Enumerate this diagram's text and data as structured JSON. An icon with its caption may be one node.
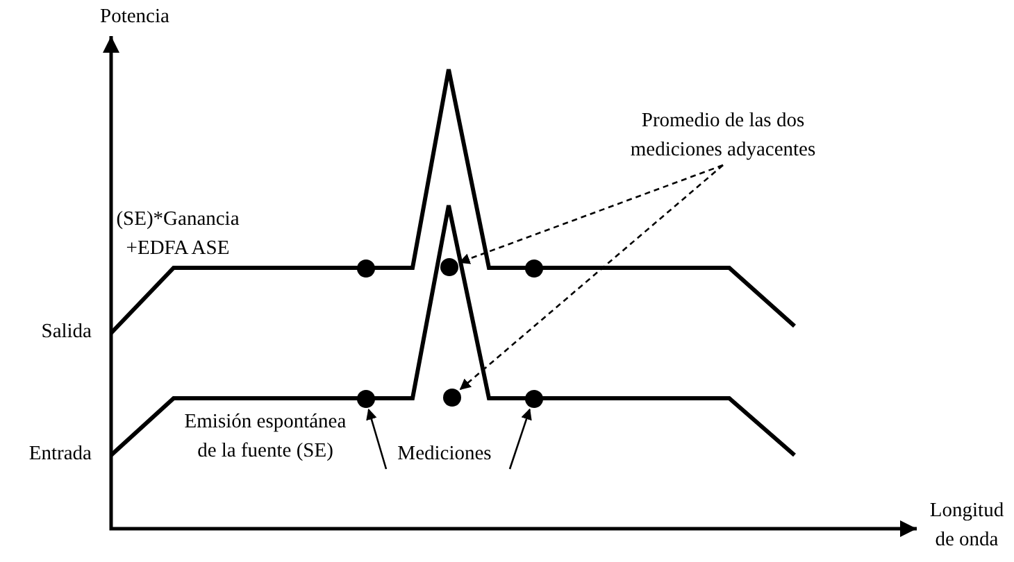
{
  "diagram": {
    "nodes": [
      {
        "text": [
          "Promedio de las dos mediciones adyacentes"
        ]
      },
      {
        "text": [
          "Mediciones"
        ]
      },
      {
        "text": [],
        "shape": "circle"
      },
      {
        "text": [],
        "shape": "circle"
      },
      {
        "text": [],
        "shape": "circle"
      },
      {
        "text": [],
        "shape": "circle"
      },
      {
        "text": [],
        "shape": "circle"
      },
      {
        "text": [],
        "shape": "circle"
      }
    ],
    "edges": [
      {
        "from": 0,
        "to": 3,
        "arrow": "to",
        "style": "dashed"
      },
      {
        "from": 0,
        "to": 6,
        "arrow": "to",
        "style": "dashed"
      },
      {
        "from": 1,
        "to": 5,
        "arrow": "to"
      },
      {
        "from": 1,
        "to": 7,
        "arrow": "to"
      }
    ],
    "labels": [
      "Potencia",
      "(SE)*Ganancia +EDFA ASE",
      "Salida",
      "Entrada",
      "Emisión espontánea de la fuente (SE)",
      "Longitud de onda"
    ]
  }
}
